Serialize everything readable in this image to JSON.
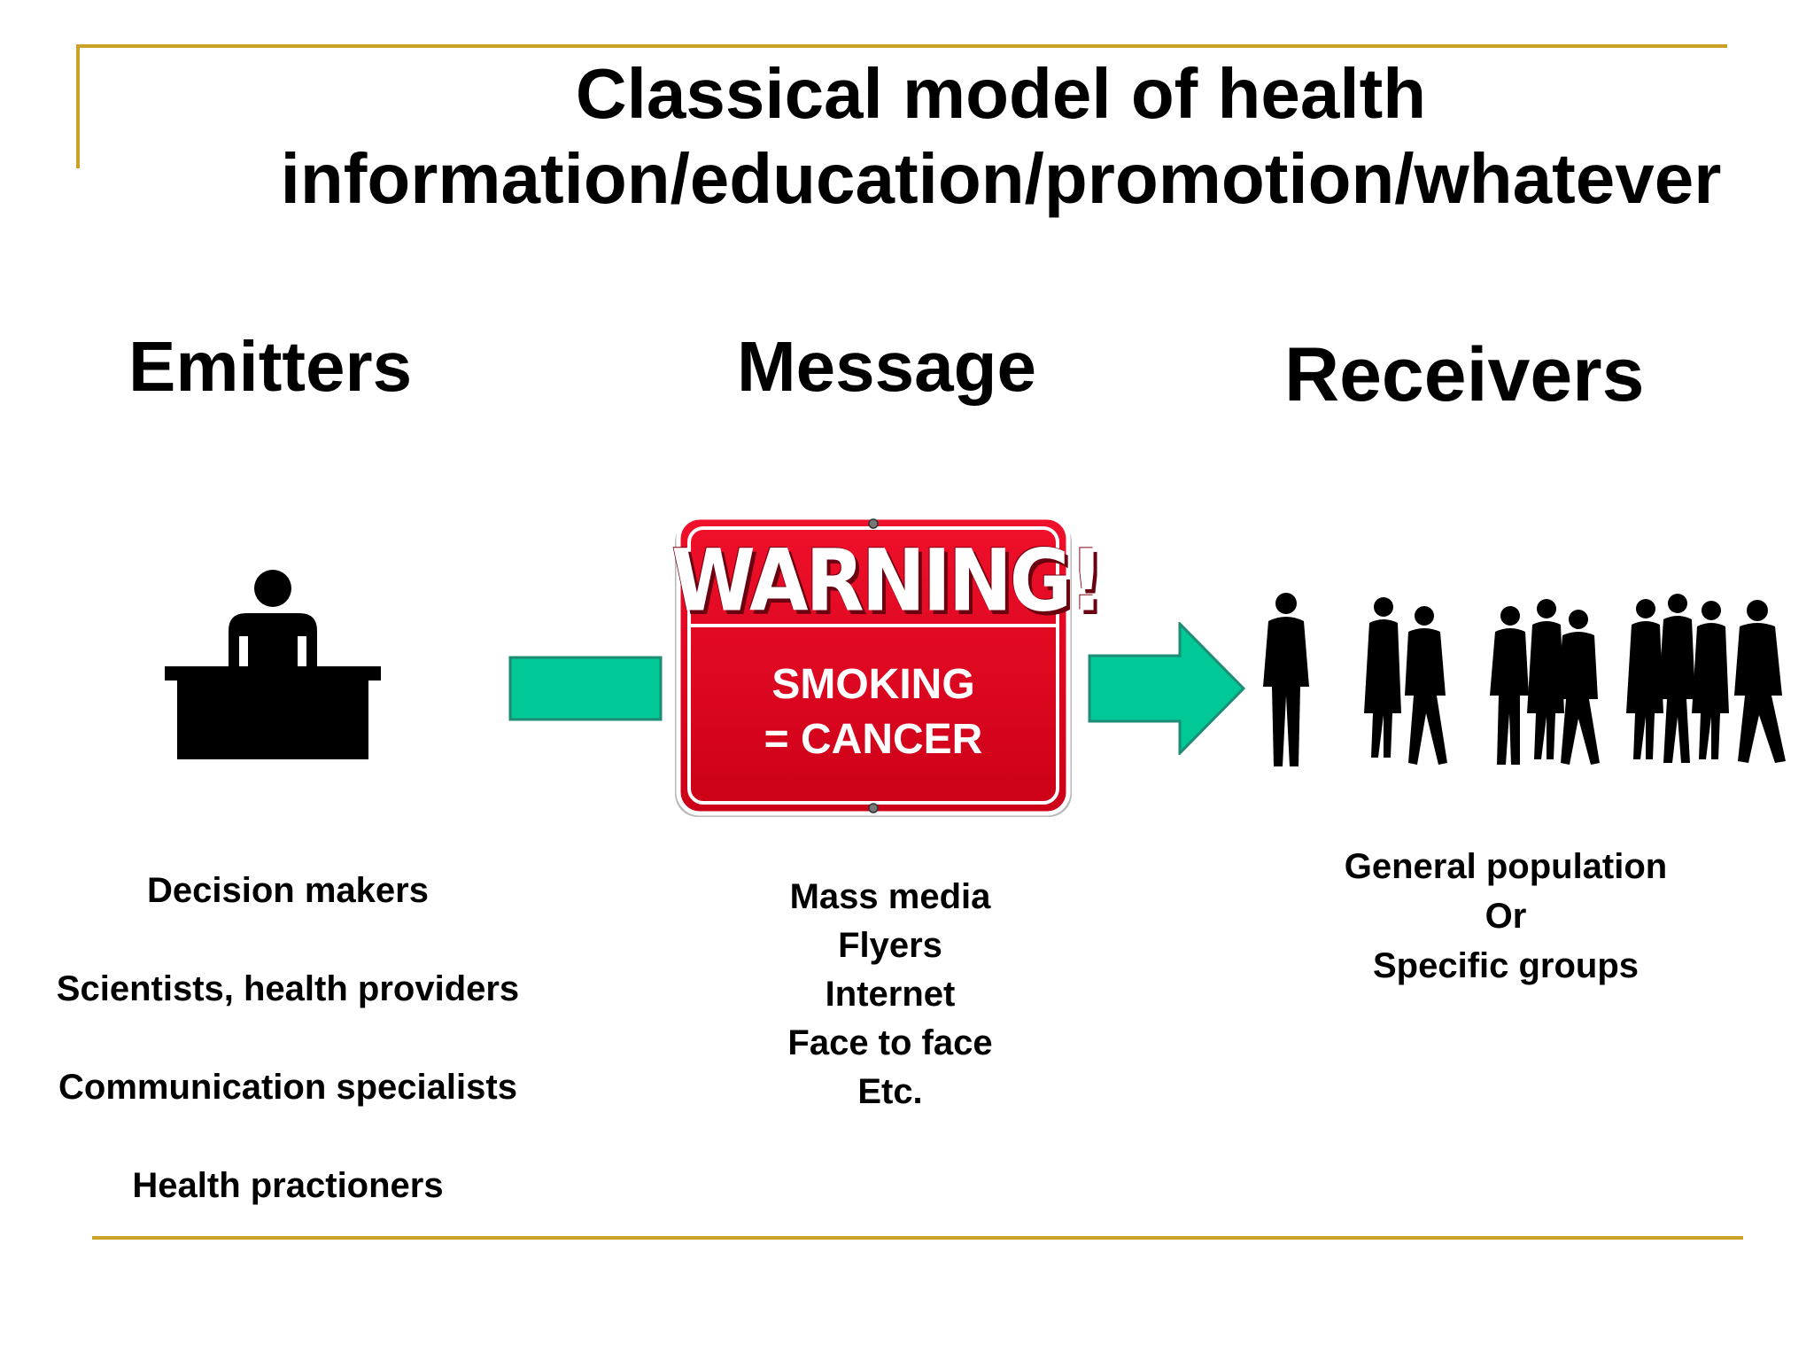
{
  "title": {
    "line1": "Classical model of health",
    "line2": "information/education/promotion/whatever"
  },
  "columns": {
    "emitters": {
      "heading": "Emitters",
      "items": [
        "Decision makers",
        "Scientists, health providers",
        "Communication specialists",
        "Health practioners"
      ]
    },
    "message": {
      "heading": "Message",
      "sign": {
        "warning": "WARNING!",
        "line1": "SMOKING",
        "line2": "= CANCER"
      },
      "items": [
        "Mass media",
        "Flyers",
        "Internet",
        "Face to face",
        "Etc."
      ]
    },
    "receivers": {
      "heading": "Receivers",
      "items": [
        "General population",
        "Or",
        "Specific groups"
      ]
    }
  },
  "colors": {
    "accent_rule": "#c9a227",
    "arrow": "#00c896",
    "sign_red": "#e3001b"
  },
  "icons": {
    "emitter": "person-at-desk-icon",
    "flow_left": "arrow-bar-icon",
    "flow_right": "arrow-right-icon",
    "receivers": "people-silhouettes-icon"
  }
}
